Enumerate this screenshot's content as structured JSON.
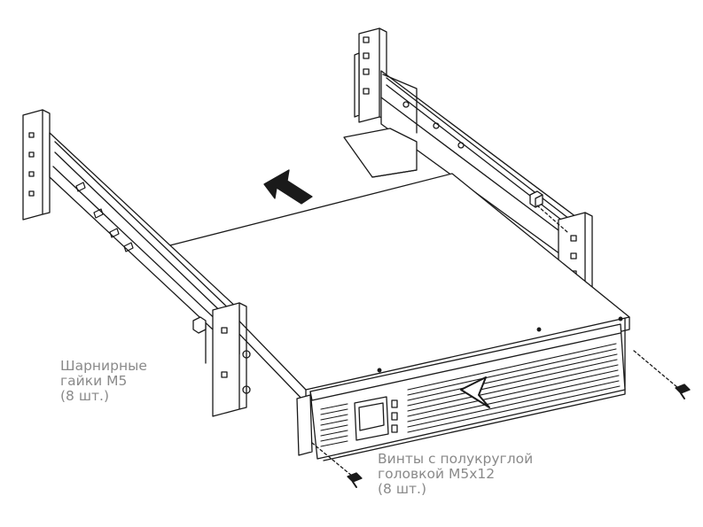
{
  "diagram": {
    "callout_nuts": [
      "Шарнирные",
      "гайки М5",
      "(8 шт.)"
    ],
    "callout_screws": [
      "Винты с полукруглой",
      "головкой М5х12",
      "(8 шт.)"
    ],
    "colors": {
      "line": "#1a1a1a",
      "text": "#8a8a8a",
      "background": "#ffffff"
    }
  }
}
